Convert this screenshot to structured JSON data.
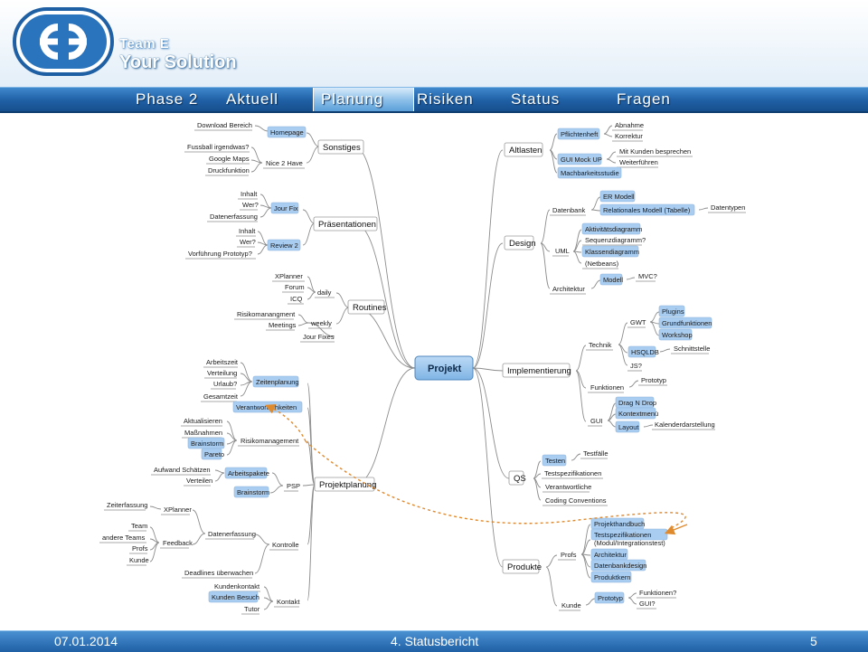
{
  "header": {
    "brand_line1": "Team E",
    "brand_line2": "Your Solution",
    "logo_text": "E3"
  },
  "nav": {
    "items": [
      "Phase 2",
      "Aktuell",
      "Planung",
      "Risiken",
      "Status",
      "Fragen"
    ],
    "active": "Planung"
  },
  "footer": {
    "date": "07.01.2014",
    "title": "4. Statusbericht",
    "page": "5"
  },
  "colors": {
    "highlight_box": "#a9cdf1",
    "line": "#8d8d8d",
    "nav_blue": "#1f5fa4",
    "arrow": "#e08a2e"
  },
  "mindmap": {
    "root": "Projekt",
    "branches": {
      "sonstiges": {
        "label": "Sonstiges",
        "homepage": "Homepage",
        "download": "Download Bereich",
        "nice2have": "Nice 2 Have",
        "fussball": "Fussball irgendwas?",
        "googlemaps": "Google Maps",
        "druck": "Druckfunktion"
      },
      "praesentationen": {
        "label": "Präsentationen",
        "jourfix": "Jour Fix",
        "inhalt1": "Inhalt",
        "wer1": "Wer?",
        "datenerfassung1": "Datenerfassung",
        "review2": "Review 2",
        "inhalt2": "Inhalt",
        "wer2": "Wer?",
        "vorfuehrung": "Vorführung Prototyp?"
      },
      "routines": {
        "label": "Routines",
        "daily": "daily",
        "xplanner": "XPlanner",
        "forum": "Forum",
        "icq": "ICQ",
        "weekly": "weekly",
        "risiko": "Risikomanangment",
        "meetings": "Meetings",
        "jourfixes": "Jour Fixes"
      },
      "projektplanung": {
        "label": "Projektplanung",
        "zeitenplanung": "Zeitenplanung",
        "arbeitszeit": "Arbeitszeit",
        "verteilung": "Verteilung",
        "urlaub": "Urlaub?",
        "gesamtzeit": "Gesamtzeit",
        "verantwortlichkeiten": "Verantwortlichkeiten",
        "risikomanagement": "Risikomanagement",
        "aktualisieren": "Aktualisieren",
        "massnahmen": "Maßnahmen",
        "brainstorm1": "Brainstorm",
        "pareto": "Pareto",
        "psp": "PSP",
        "arbeitspakete": "Arbeitspakete",
        "aufwand": "Aufwand Schätzen",
        "verteilen": "Verteilen",
        "brainstorm2": "Brainstorm",
        "kontrolle": "Kontrolle",
        "datenerfassung": "Datenerfassung",
        "xplanner": "XPlanner",
        "zeiterfassung": "Zeiterfassung",
        "feedback": "Feedback",
        "team": "Team",
        "andereteams": "andere Teams",
        "profs": "Profs",
        "kunde": "Kunde",
        "deadlines": "Deadlines überwachen",
        "kontakt": "Kontakt",
        "kundenkontakt": "Kundenkontakt",
        "kundenbesuch": "Kunden Besuch",
        "tutor": "Tutor"
      },
      "altlasten": {
        "label": "Altlasten",
        "pflichtenheft": "Pflichtenheft",
        "abnahme": "Abnahme",
        "korrektur": "Korrektur",
        "guimockup": "GUI Mock UP",
        "mitkunden": "Mit Kunden besprechen",
        "weiterfuehren": "Weiterführen",
        "machbarkeit": "Machbarkeitsstudie"
      },
      "design": {
        "label": "Design",
        "datenbank": "Datenbank",
        "ermodell": "ER Modell",
        "relational": "Relationales Modell (Tabelle)",
        "datentypen": "Datentypen",
        "uml": "UML",
        "aktivitaet": "Aktivitätsdiagramm",
        "sequenz": "Sequenzdiagramm?",
        "klassen": "Klassendiagramm",
        "netbeans": "(Netbeans)",
        "architektur": "Architektur",
        "modell": "Modell",
        "mvc": "MVC?"
      },
      "implementierung": {
        "label": "Implementierung",
        "technik": "Technik",
        "gwt": "GWT",
        "plugins": "Plugins",
        "grundfunktionen": "Grundfunktionen",
        "workshop": "Workshop",
        "hsqldb": "HSQLDB",
        "schnittstelle": "Schnittstelle",
        "js": "JS?",
        "funktionen": "Funktionen",
        "prototyp": "Prototyp",
        "gui": "GUI",
        "dragndrop": "Drag N Drop",
        "kontextmenue": "Kontextmenü",
        "layout": "Layout",
        "kalender": "Kalenderdarstellung"
      },
      "qs": {
        "label": "QS",
        "testen": "Testen",
        "testfaelle": "Testfälle",
        "testspez": "Testspezifikationen",
        "verantwortliche": "Verantwortliche",
        "coding": "Coding Conventions"
      },
      "produkte": {
        "label": "Produkte",
        "profs": "Profs",
        "projekthandbuch": "Projekthandbuch",
        "testspez1": "Testspezifikationen",
        "testspez2": "(Modul/Integrationstest)",
        "architektur": "Architektur",
        "datenbankdesign": "Datenbankdesign",
        "produktkern": "Produktkern",
        "kunde": "Kunde",
        "prototyp": "Prototyp",
        "funktionen": "Funktionen?",
        "gui": "GUI?"
      }
    }
  }
}
